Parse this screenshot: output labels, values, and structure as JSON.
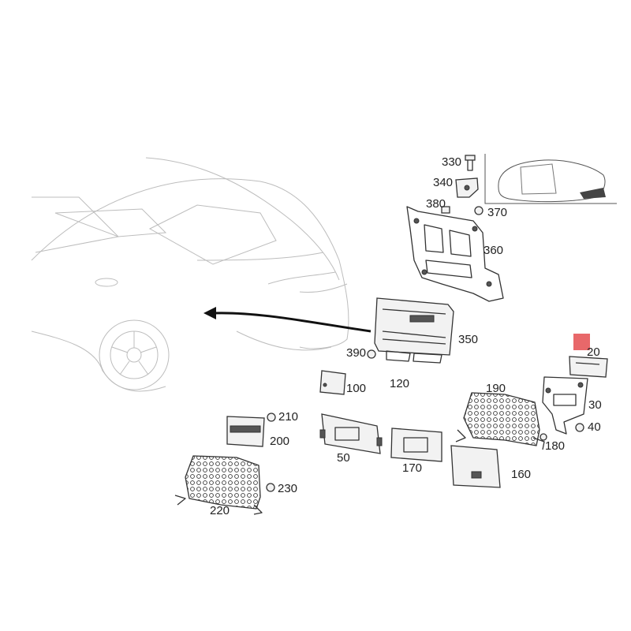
{
  "highlight_color": "#e8686a",
  "callouts": [
    "330",
    "340",
    "380",
    "370",
    "360",
    "350",
    "390",
    "120",
    "100",
    "20",
    "190",
    "30",
    "40",
    "180",
    "210",
    "200",
    "50",
    "170",
    "160",
    "230",
    "220"
  ]
}
